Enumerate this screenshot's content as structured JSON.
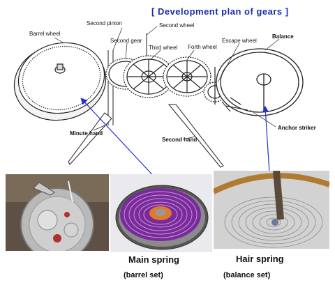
{
  "title": "[ Development plan of gears ]",
  "labels": {
    "barrel_wheel": "Barrel wheel",
    "second_pinion": "Second pinion",
    "second_wheel": "Second wheel",
    "second_gear": "Second gear",
    "third_wheel": "Third wheel",
    "forth_wheel": "Forth wheel",
    "escape_wheel": "Escape wheel",
    "balance": "Balance",
    "anchor_striker": "Anchor striker",
    "minute_hand": "Minute hand",
    "second_hand": "Second hand"
  },
  "photos": {
    "main_spring_line1": "Main spring",
    "main_spring_line2": "(barrel set)",
    "hair_spring_line1": "Hair spring",
    "hair_spring_line2": "(balance set)"
  },
  "colors": {
    "title": "#1a2ea8",
    "pointer_arrow": "#2233cc",
    "main_spring": "#7a2a9a"
  }
}
